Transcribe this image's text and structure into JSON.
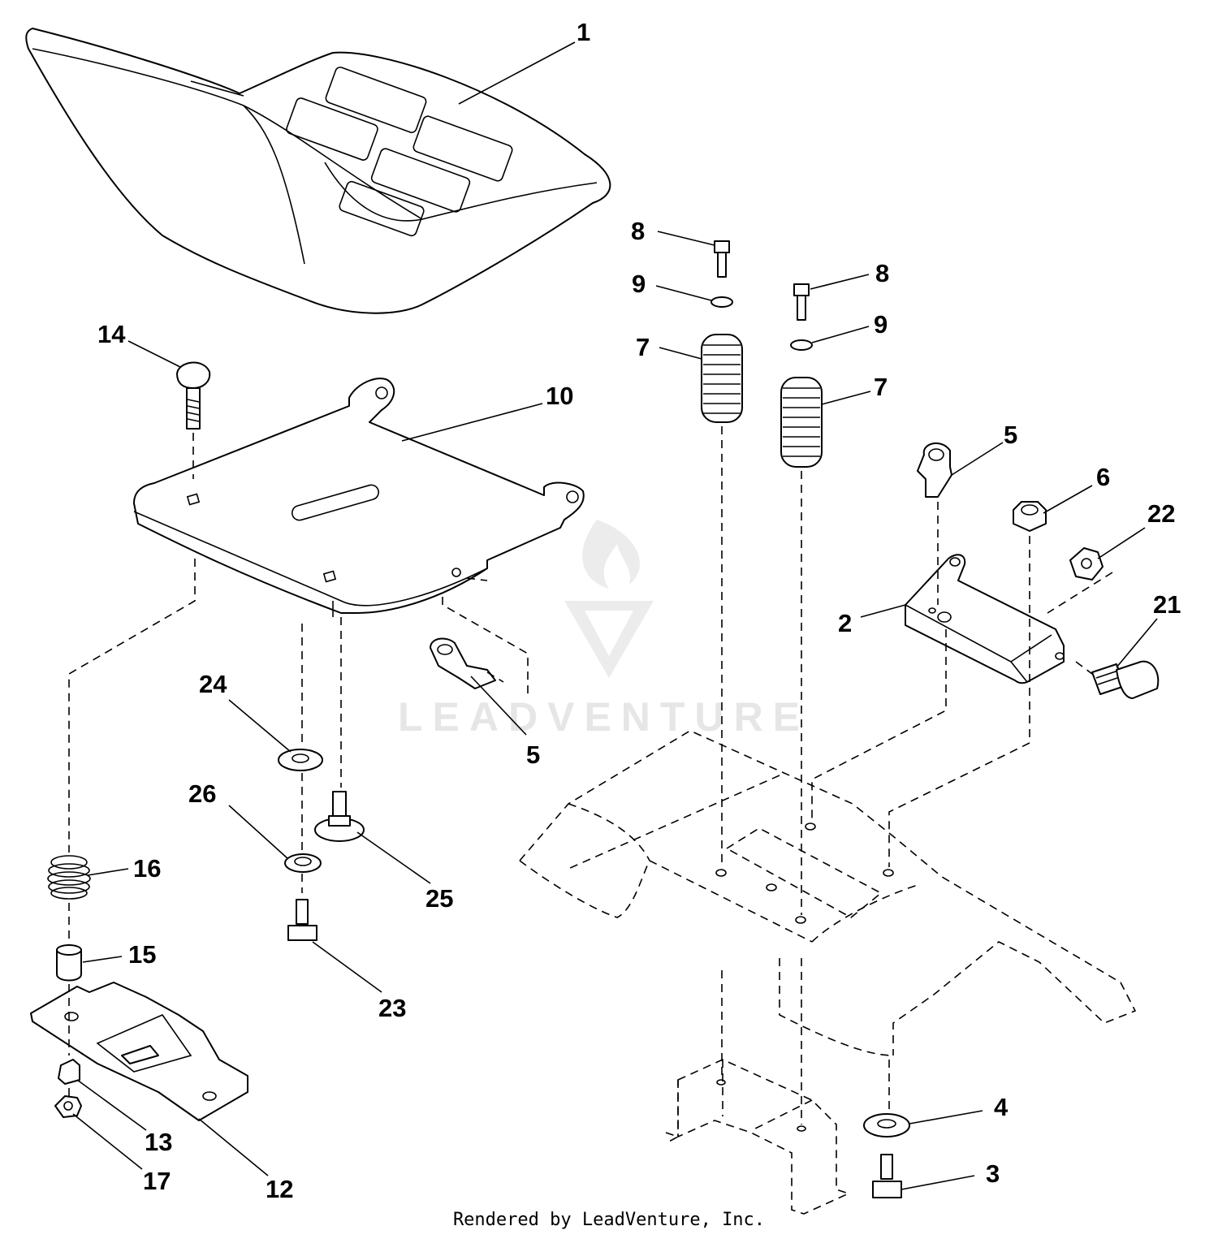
{
  "watermark": {
    "text": "LEADVENTURE"
  },
  "footer": {
    "text": "Rendered by LeadVenture, Inc."
  },
  "callouts": [
    "1",
    "14",
    "10",
    "8",
    "9",
    "7",
    "8",
    "9",
    "7",
    "5",
    "6",
    "22",
    "21",
    "2",
    "5",
    "24",
    "26",
    "25",
    "16",
    "15",
    "23",
    "12",
    "13",
    "17",
    "4",
    "3"
  ]
}
